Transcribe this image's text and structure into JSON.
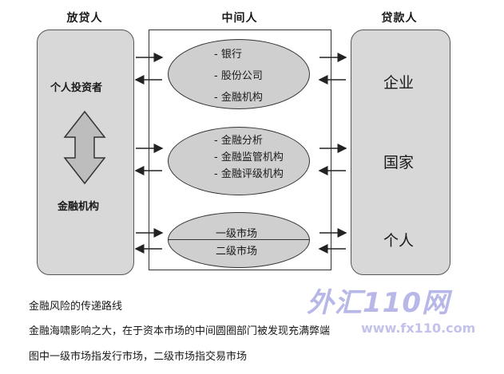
{
  "columns": {
    "lender_title": "放贷人",
    "middle_title": "中间人",
    "borrower_title": "贷款人"
  },
  "lender": {
    "item1": "个人投资者",
    "item2": "金融机构"
  },
  "middle": {
    "group1": [
      "- 银行",
      "- 股份公司",
      "- 金融机构"
    ],
    "group2": [
      "- 金融分析",
      "- 金融监管机构",
      "- 金融评级机构"
    ],
    "group3": [
      "一级市场",
      "二级市场"
    ]
  },
  "borrower": {
    "item1": "企业",
    "item2": "国家",
    "item3": "个人"
  },
  "captions": {
    "line1": "金融风险的传递路线",
    "line2": "金融海啸影响之大，在于资本市场的中间圆圈部门被发现充满弊端",
    "line3": "图中一级市场指发行市场，二级市场指交易市场"
  },
  "watermark": {
    "logo": "外汇110网",
    "url": "www.fx110.com"
  }
}
